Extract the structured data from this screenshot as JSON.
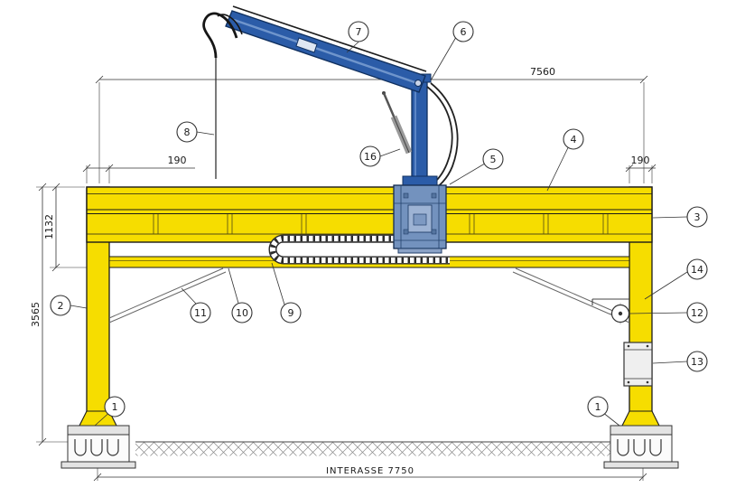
{
  "drawing_type": "gantry-crane-elevation",
  "dimensions": {
    "top_span": "7560",
    "left_column_width": "190",
    "right_column_width": "190",
    "girder_depth": "1132",
    "overall_height": "3565",
    "base_span": "INTERASSE  7750"
  },
  "callouts": [
    "7",
    "6",
    "8",
    "16",
    "5",
    "4",
    "3",
    "14",
    "2",
    "11",
    "10",
    "9",
    "12",
    "13",
    "1",
    "1"
  ],
  "colors": {
    "frame_yellow": "#F6DD00",
    "crane_blue": "#2B5CA8",
    "carriage_blue": "#7392BE",
    "panel_blue": "#9DB3D4",
    "detail_gray": "#9A9A9A",
    "line": "#1A1A1A"
  }
}
